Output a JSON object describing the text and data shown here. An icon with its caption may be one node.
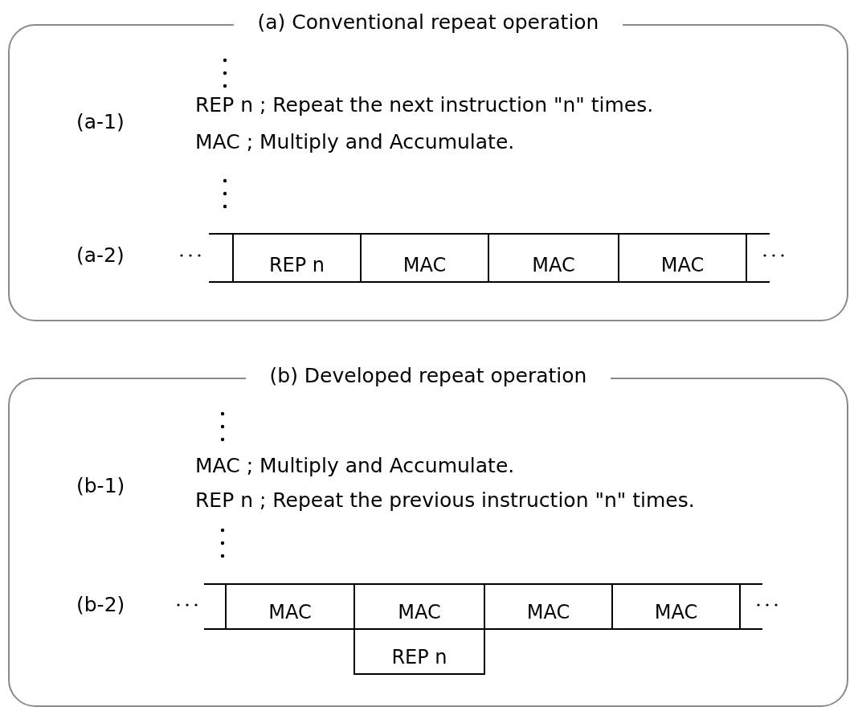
{
  "diagram": {
    "nodes": [
      {
        "text": [
          "(a) Conventional repeat operation"
        ]
      },
      {
        "text": [
          "REP n"
        ],
        "in": 0
      },
      {
        "text": [
          "MAC"
        ],
        "in": 0
      },
      {
        "text": [
          "MAC"
        ],
        "in": 0
      },
      {
        "text": [
          "MAC"
        ],
        "in": 0
      },
      {
        "text": [
          "(b) Developed repeat operation"
        ]
      },
      {
        "text": [
          "MAC"
        ],
        "in": 5
      },
      {
        "text": [
          "MAC"
        ],
        "in": 5
      },
      {
        "text": [
          "MAC"
        ],
        "in": 5
      },
      {
        "text": [
          "MAC"
        ],
        "in": 5
      },
      {
        "text": [
          "REP n"
        ],
        "in": 5
      }
    ],
    "labels": [
      "(a-1)",
      "REP n ; Repeat the next instruction \"n\" times.",
      "MAC ; Multiply and Accumulate.",
      "(a-2)",
      "(b-1)",
      "MAC ; Multiply and Accumulate.",
      "REP n ; Repeat the previous instruction \"n\" times.",
      "(b-2)"
    ]
  }
}
